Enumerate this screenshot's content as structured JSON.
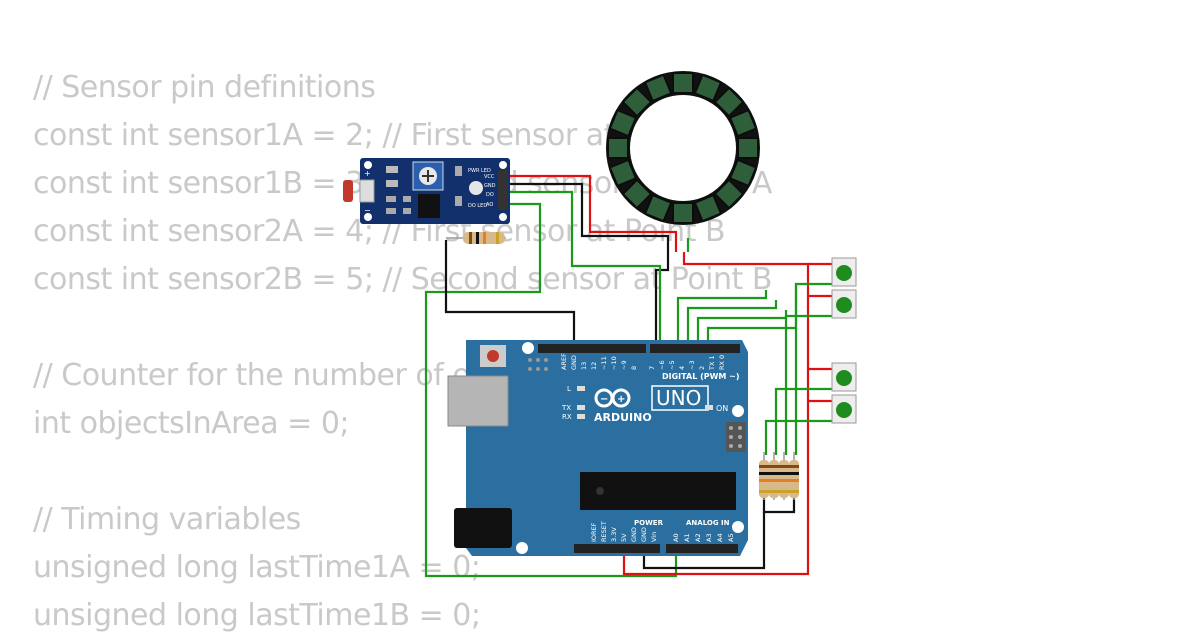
{
  "code": {
    "lines": [
      "// Sensor pin definitions",
      "const int sensor1A = 2; // First sensor at Point A",
      "const int sensor1B = 3; // Second sensor at Point A",
      "const int sensor2A = 4; // First sensor at Point B",
      "const int sensor2B = 5; // Second sensor at Point B",
      "",
      "// Counter for the number of objects in the area",
      "int objectsInArea = 0;",
      "",
      "// Timing variables",
      "unsigned long lastTime1A = 0;",
      "unsigned long lastTime1B = 0;"
    ]
  },
  "arduino": {
    "brand": "ARDUINO",
    "model": "UNO",
    "digital_label": "DIGITAL (PWM ~)",
    "power_label": "POWER",
    "analog_label": "ANALOG IN",
    "on_label": "ON",
    "l_label": "L",
    "tx_label": "TX",
    "rx_label": "RX",
    "digital_pins": [
      "AREF",
      "GND",
      "13",
      "12",
      "~11",
      "~10",
      "~9",
      "8",
      "7",
      "~6",
      "~5",
      "4",
      "~3",
      "2",
      "TX 1",
      "RX 0"
    ],
    "power_pins": [
      "IOREF",
      "RESET",
      "3.3V",
      "5V",
      "GND",
      "GND",
      "Vin"
    ],
    "analog_pins": [
      "A0",
      "A1",
      "A2",
      "A3",
      "A4",
      "A5"
    ]
  },
  "sensor_module": {
    "pin_labels": [
      "VCC",
      "GND",
      "DO",
      "AO"
    ],
    "pwr_led_label": "PWR LED",
    "do_led_label": "DO LED",
    "plus": "+",
    "minus": "−"
  },
  "colors": {
    "board": "#2b6fa0",
    "wire_red": "#dd1111",
    "wire_green": "#1a9a1a",
    "wire_black": "#111111",
    "button_cap": "#1e8c1e",
    "code_text": "#c9c9c9",
    "ring_led_dark": "#111111",
    "ring_led_green": "#2e5e3a"
  },
  "components": {
    "neopixel_ring_leds": 16,
    "push_buttons": 4,
    "pulldown_resistors": 4
  }
}
